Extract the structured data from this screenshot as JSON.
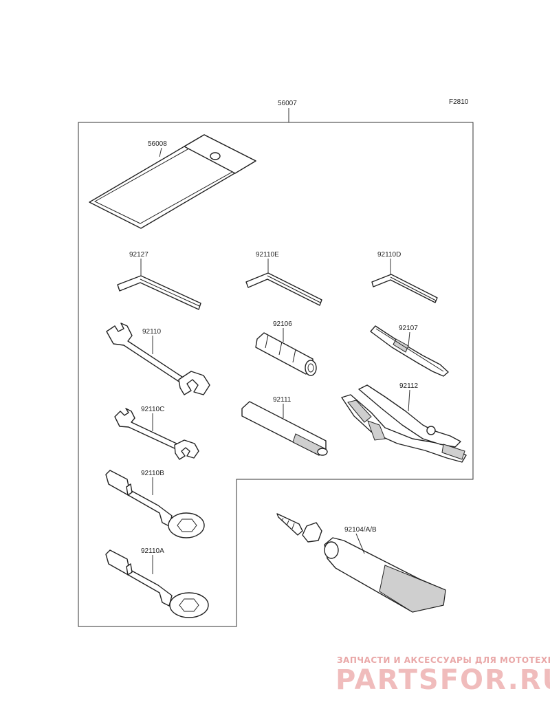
{
  "figure_code": "F2810",
  "kit_label": "56007",
  "parts": [
    {
      "id": "p-56008",
      "label": "56008",
      "icon": "tool-pouch-icon"
    },
    {
      "id": "p-92127",
      "label": "92127",
      "icon": "hex-key-icon"
    },
    {
      "id": "p-92110E",
      "label": "92110E",
      "icon": "hex-key-icon"
    },
    {
      "id": "p-92110D",
      "label": "92110D",
      "icon": "hex-key-icon"
    },
    {
      "id": "p-92110",
      "label": "92110",
      "icon": "open-end-wrench-icon"
    },
    {
      "id": "p-92106",
      "label": "92106",
      "icon": "socket-icon"
    },
    {
      "id": "p-92107",
      "label": "92107",
      "icon": "screwdriver-bit-icon"
    },
    {
      "id": "p-92110C",
      "label": "92110C",
      "icon": "open-end-wrench-icon"
    },
    {
      "id": "p-92111",
      "label": "92111",
      "icon": "extension-bar-icon"
    },
    {
      "id": "p-92112",
      "label": "92112",
      "icon": "pliers-icon"
    },
    {
      "id": "p-92110B",
      "label": "92110B",
      "icon": "ring-wrench-icon"
    },
    {
      "id": "p-92110A",
      "label": "92110A",
      "icon": "ring-wrench-icon"
    },
    {
      "id": "p-92104",
      "label": "92104/A/B",
      "icon": "grease-tube-icon"
    }
  ],
  "watermark": {
    "tagline": "ЗАПЧАСТИ И АКСЕССУАРЫ ДЛЯ МОТОТЕХНИКИ",
    "brand": "PARTSFOR.RU",
    "color": "#e9a7a7"
  }
}
